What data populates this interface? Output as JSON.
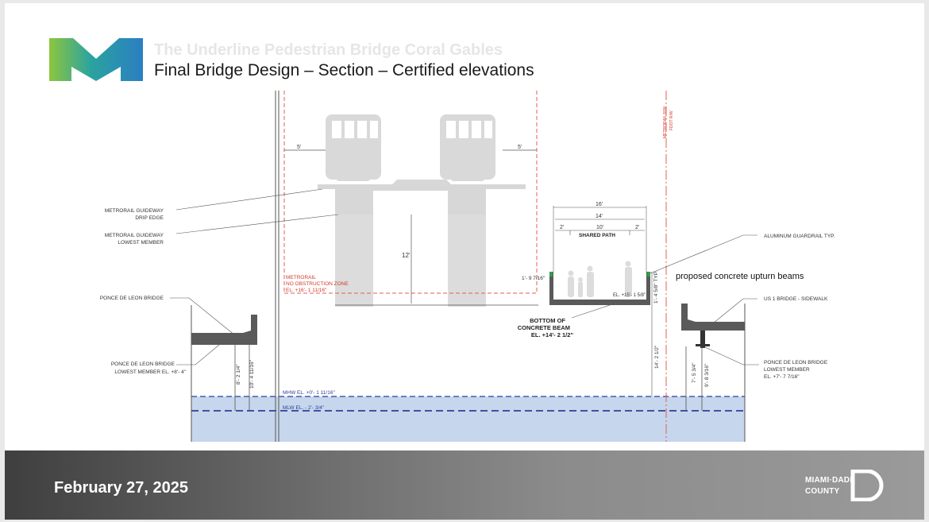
{
  "header": {
    "subtitle_faded": "The Underline Pedestrian Bridge Coral Gables",
    "title": "Final Bridge Design – Section – Certified elevations"
  },
  "footer": {
    "date": "February 27, 2025",
    "logo_line1": "MIAMI·DADE",
    "logo_line2": "COUNTY"
  },
  "drawing": {
    "labels": {
      "guideway_drip_edge_1": "METRORAIL GUIDEWAY",
      "guideway_drip_edge_2": "DRIP EDGE",
      "guideway_lowest_1": "METRORAIL GUIDEWAY",
      "guideway_lowest_2": "LOWEST MEMBER",
      "ponce_bridge_left": "PONCE DE LEON BRIDGE",
      "ponce_lowest_left_1": "PONCE DE LEON BRIDGE",
      "ponce_lowest_left_2": "LOWEST MEMBER EL. +8'- 4\"",
      "metrorail_zone_1": "METRORAIL",
      "metrorail_zone_2": "NO OBSTRUCTION ZONE",
      "metrorail_zone_3": "EL. +16'- 1 11/16\"",
      "row_label_1": "METRORAIL R/W",
      "row_label_2": "FDOT R/W",
      "shared_path": "SHARED PATH",
      "bottom_beam_1": "BOTTOM OF",
      "bottom_beam_2": "CONCRETE BEAM",
      "bottom_beam_3": "EL. +14'- 2 1/2\"",
      "deck_el": "EL. +15'- 1 5/8\"",
      "guardrail": "ALUMINUM GUARDRAIL TYP.",
      "upturn_beams": "proposed concrete upturn beams",
      "us1_sidewalk": "US 1 BRIDGE - SIDEWALK",
      "ponce_right_1": "PONCE DE LEON BRIDGE",
      "ponce_right_2": "LOWEST MEMBER",
      "ponce_right_3": "EL. +7'- 7 7/16\"",
      "mhw": "MHW EL. +0'- 1 11/16\"",
      "mlw": "MLW EL. - 2'- 3/4\""
    },
    "dims": {
      "five_left": "5'",
      "five_right": "5'",
      "twelve": "12'",
      "sixteen": "16'",
      "fourteen": "14'",
      "ten": "10'",
      "two_left": "2'",
      "two_right": "2'",
      "guardrail_height": "1'- 9 7/16\"",
      "upturn_height": "1'- 4 5/8\" TYP.",
      "clear_right": "14'- 2 1/2\"",
      "left_dim_a": "8'- 2 1/4\"",
      "left_dim_b": "10'- 4 11/16\"",
      "right_dim_a": "7'- 5 3/4\"",
      "right_dim_b": "9'- 8 3/16\""
    },
    "colors": {
      "red_dash": "#e06050",
      "water": "#c6d6ec",
      "water_line": "#2b3f9a",
      "structure": "#5a5a5a",
      "train": "#d9d9d9",
      "text_red": "#d23a2a"
    }
  }
}
